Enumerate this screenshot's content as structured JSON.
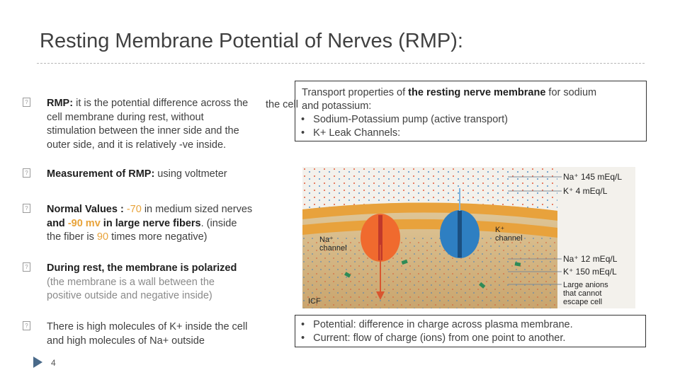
{
  "title": "Resting Membrane Potential of Nerves (RMP):",
  "bullets": {
    "b1": {
      "label": "RMP:",
      "text": " it is the potential difference across the cell membrane during rest, without stimulation between the inner side and the outer side, and it is relatively -ve inside."
    },
    "b2": {
      "label": "Measurement of RMP:",
      "text": "  using voltmeter"
    },
    "b3": {
      "label": "Normal  Values : ",
      "v1": "-70",
      "t1": " in medium sized nerves ",
      "t2": "and ",
      "v2": "-90 mv",
      "t3": " in large nerve fibers",
      "t4": ". (inside the fiber is ",
      "v3": "90",
      "t5": " times more negative)"
    },
    "b4": {
      "label": "During rest, the membrane is polarized",
      "text": " (the membrane is a wall between the positive outside and negative inside)"
    },
    "b5": {
      "text": "There is high molecules of K+ inside the cell and high molecules of Na+ outside"
    }
  },
  "box1": {
    "line0_a": "Transport properties of ",
    "line0_b": "the resting nerve membrane",
    "line0_c": " for sodium",
    "prefix": "the cell",
    "line1": "and potassium:",
    "item1": "Sodium-Potassium pump (active transport)",
    "item2": "K+ Leak Channels:"
  },
  "box2": {
    "item1": "Potential: difference in charge across plasma membrane.",
    "item2": "Current: flow of charge (ions) from one point to another."
  },
  "diagram": {
    "na_out": "Na⁺  145 mEq/L",
    "k_out": "K⁺      4 mEq/L",
    "na_in": "Na⁺   12 mEq/L",
    "k_in": "K⁺   150 mEq/L",
    "anions": "Large anions\nthat cannot\nescape cell",
    "na_channel": "Na⁺\nchannel",
    "k_channel": "K⁺\nchannel",
    "icf": "ICF"
  },
  "page_number": "4",
  "colors": {
    "highlight": "#e8a33a",
    "membrane": "#e8a23c",
    "na_channel": "#f06a2e",
    "k_channel": "#2e7fc2",
    "pointer": "#4a6a8a"
  }
}
